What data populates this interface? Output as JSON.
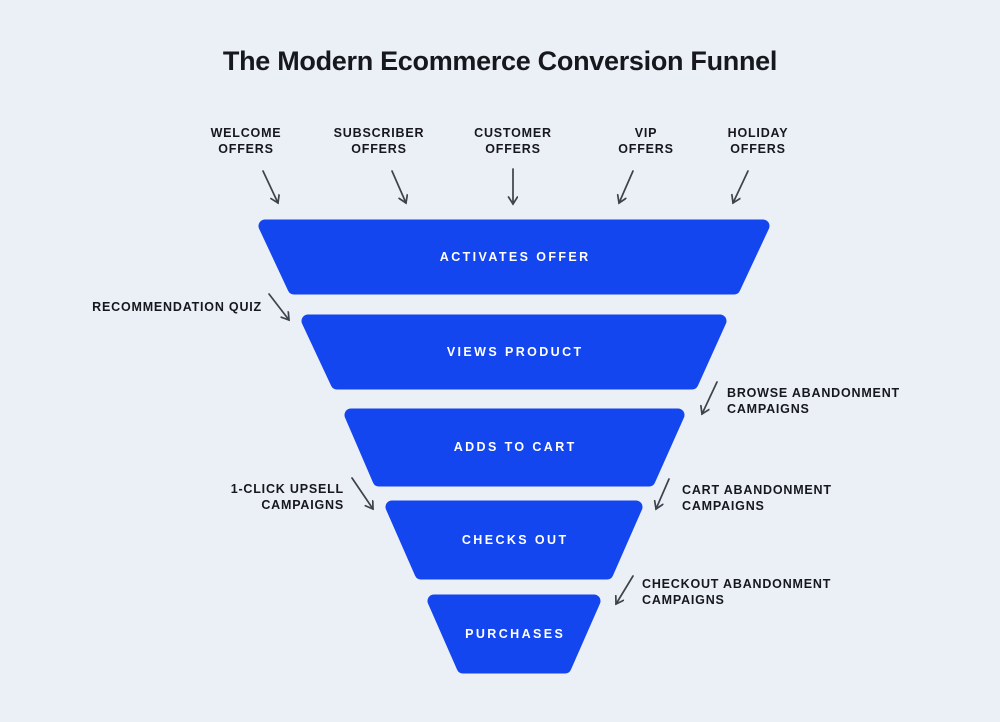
{
  "title": "The Modern Ecommerce Conversion Funnel",
  "colors": {
    "background": "#ebeff6",
    "funnel_blue": "#1446f0",
    "text_dark": "#16181d",
    "arrow_gray": "#3d434b",
    "stage_text": "#ffffff"
  },
  "top_channels": [
    {
      "line1": "WELCOME",
      "line2": "OFFERS"
    },
    {
      "line1": "SUBSCRIBER",
      "line2": "OFFERS"
    },
    {
      "line1": "CUSTOMER",
      "line2": "OFFERS"
    },
    {
      "line1": "VIP",
      "line2": "OFFERS"
    },
    {
      "line1": "HOLIDAY",
      "line2": "OFFERS"
    }
  ],
  "stages": [
    {
      "label": "ACTIVATES OFFER"
    },
    {
      "label": "VIEWS PRODUCT"
    },
    {
      "label": "ADDS TO CART"
    },
    {
      "label": "CHECKS OUT"
    },
    {
      "label": "PURCHASES"
    }
  ],
  "annotations": {
    "recommendation_quiz": {
      "line1": "RECOMMENDATION QUIZ"
    },
    "browse_abandonment": {
      "line1": "BROWSE ABANDONMENT",
      "line2": "CAMPAIGNS"
    },
    "one_click_upsell": {
      "line1": "1-CLICK UPSELL",
      "line2": "CAMPAIGNS"
    },
    "cart_abandonment": {
      "line1": "CART ABANDONMENT",
      "line2": "CAMPAIGNS"
    },
    "checkout_abandonment": {
      "line1": "CHECKOUT ABANDONMENT",
      "line2": "CAMPAIGNS"
    }
  }
}
